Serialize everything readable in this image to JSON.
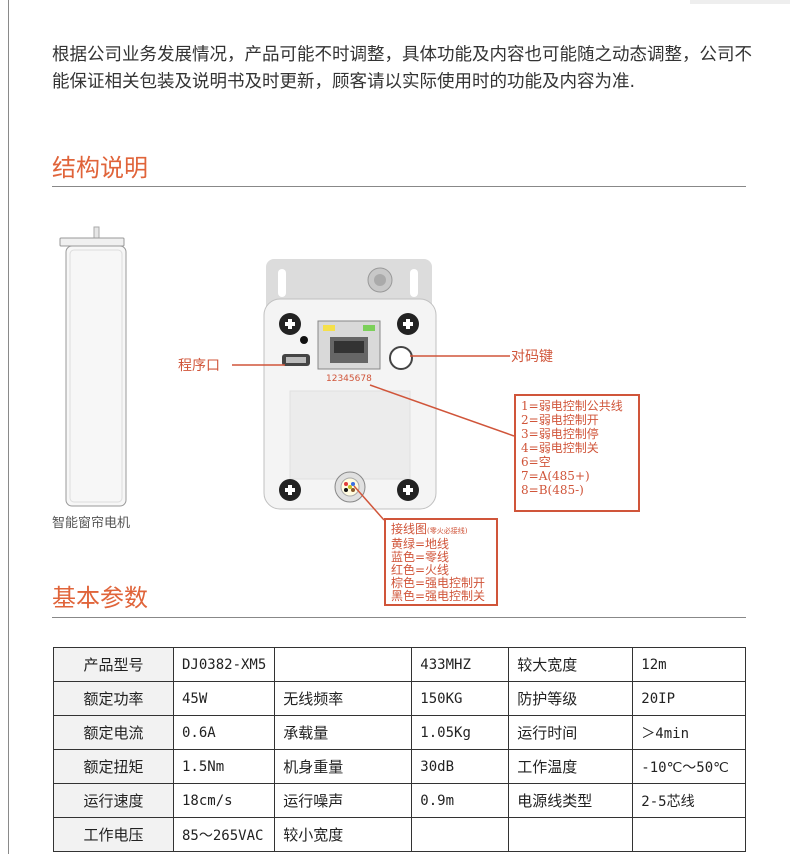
{
  "notice": "根据公司业务发展情况，产品可能不时调整，具体功能及内容也可能随之动态调整，公司不能保证相关包装及说明书及时更新，顾客请以实际使用时的功能及内容为准.",
  "structure": {
    "title": "结构说明",
    "motor_label": "智能窗帘电机",
    "port_label": "程序口",
    "pair_label": "对码键",
    "pin_numbers": "12345678",
    "pins": [
      "1=弱电控制公共线",
      "2=弱电控制开",
      "3=弱电控制停",
      "4=弱电控制关",
      "6=空",
      "7=A(485+)",
      "8=B(485-)"
    ],
    "wiring_title": "接线图",
    "wiring_note": "(零火必接线)",
    "wiring": [
      "黄绿=地线",
      "蓝色=零线",
      "红色=火线",
      "棕色=强电控制开",
      "黑色=强电控制关"
    ]
  },
  "params": {
    "title": "基本参数",
    "rows": [
      [
        "产品型号",
        "DJ0382-XM5",
        "",
        "433MHZ",
        "较大宽度",
        "12m"
      ],
      [
        "额定功率",
        "45W",
        "无线频率",
        "150KG",
        "防护等级",
        "20IP"
      ],
      [
        "额定电流",
        "0.6A",
        "承载量",
        "1.05Kg",
        "运行时间",
        "＞4min"
      ],
      [
        "额定扭矩",
        "1.5Nm",
        "机身重量",
        "30dB",
        "工作温度",
        "-10℃～50℃"
      ],
      [
        "运行速度",
        "18cm/s",
        "运行噪声",
        "0.9m",
        "电源线类型",
        "2-5芯线"
      ],
      [
        "工作电压",
        "85～265VAC",
        "较小宽度",
        "",
        "",
        ""
      ]
    ]
  },
  "colors": {
    "accent": "#e0643a",
    "annotation": "#d0553a"
  }
}
